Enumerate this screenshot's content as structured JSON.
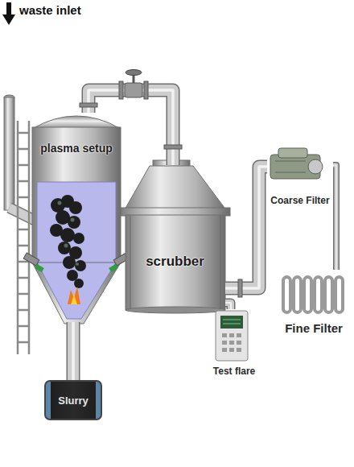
{
  "diagram": {
    "nodes": [
      {
        "text": [
          "plasma setup"
        ]
      },
      {
        "text": [
          "scrubber"
        ]
      },
      {
        "text": [
          "Slurry"
        ]
      },
      {
        "text": [
          "Coarse Filter"
        ]
      },
      {
        "text": [
          "Fine Filter"
        ]
      },
      {
        "text": [
          "Test flare"
        ]
      }
    ],
    "edges": [
      {
        "from": 0,
        "to": 1,
        "arrow": "none"
      },
      {
        "from": 1,
        "to": 3,
        "arrow": "none"
      },
      {
        "from": 3,
        "to": 4,
        "arrow": "none"
      },
      {
        "from": 0,
        "to": 2,
        "arrow": "none"
      },
      {
        "from": 1,
        "to": 5,
        "arrow": "none"
      }
    ],
    "labels": [
      "waste inlet"
    ]
  }
}
